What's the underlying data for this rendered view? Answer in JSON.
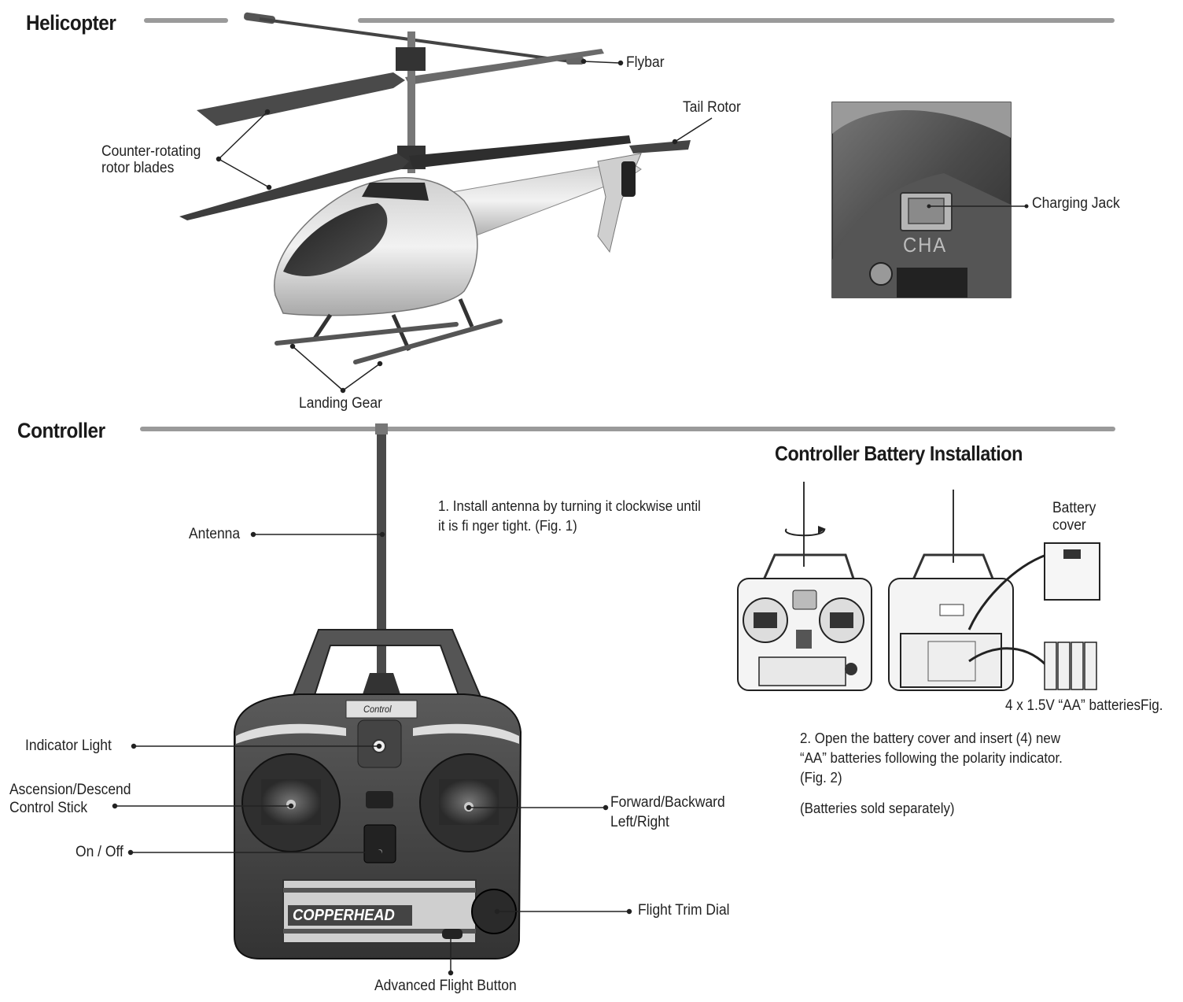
{
  "sections": {
    "helicopter": "Helicopter",
    "controller": "Controller",
    "battery_install": "Controller Battery Installation"
  },
  "helicopter_labels": {
    "flybar": "Flybar",
    "tail_rotor": "Tail Rotor",
    "rotor_blades_line1": "Counter-rotating",
    "rotor_blades_line2": "rotor blades",
    "landing_gear": "Landing Gear",
    "charging_jack": "Charging Jack",
    "cha_mark": "CHA"
  },
  "controller_labels": {
    "antenna": "Antenna",
    "indicator_light": "Indicator Light",
    "ascension_line1": "Ascension/Descend",
    "ascension_line2": "Control Stick",
    "on_off": "On / Off",
    "forward_line1": "Forward/Backward",
    "forward_line2": "Left/Right",
    "flight_trim": "Flight Trim Dial",
    "advanced_flight": "Advanced Flight Button",
    "brand": "COPPERHEAD",
    "badge": "Control"
  },
  "instructions": {
    "step1": "1. Install antenna by turning it clockwise until it is fi nger tight. (Fig. 1)",
    "step2": "2. Open the battery cover and insert (4) new “AA” batteries following the polarity indicator. (Fig. 2)",
    "note": "(Batteries sold separately)"
  },
  "battery_labels": {
    "cover_line1": "Battery",
    "cover_line2": "cover",
    "batteries": "4 x 1.5V “AA” batteriesFig."
  }
}
